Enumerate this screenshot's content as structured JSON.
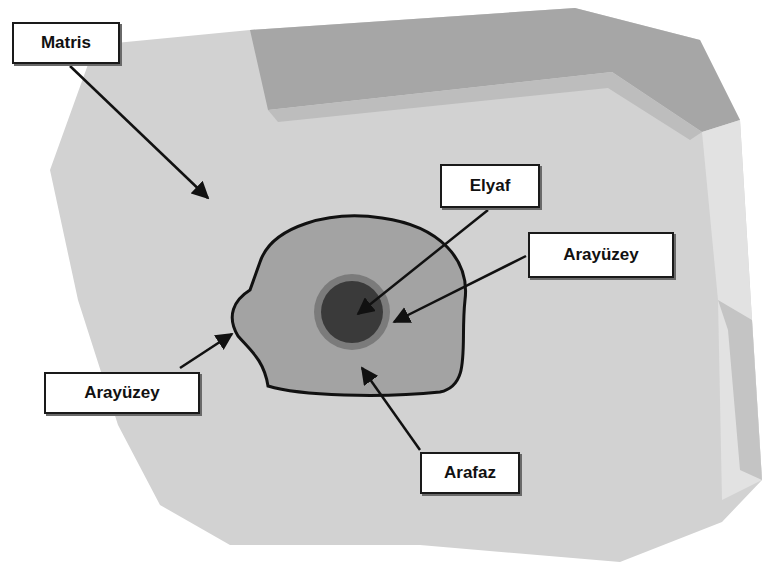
{
  "diagram": {
    "nodes": [
      {
        "text": [
          "Matris"
        ]
      },
      {
        "text": [
          "Elyaf"
        ]
      },
      {
        "text": [
          "Arayüzey"
        ]
      },
      {
        "text": [
          "Arayüzey"
        ]
      },
      {
        "text": [
          "Arafaz"
        ]
      }
    ]
  }
}
